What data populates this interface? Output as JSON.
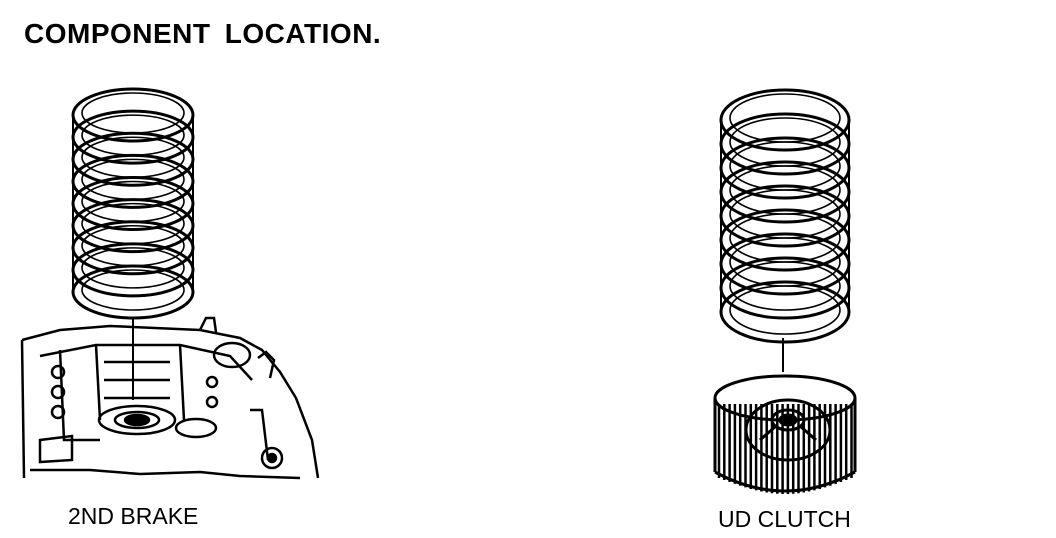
{
  "title": "COMPONENT LOCATION.",
  "labels": {
    "left": "2ND BRAKE",
    "right": "UD CLUTCH"
  },
  "colors": {
    "ink": "#000000",
    "background": "#ffffff"
  }
}
